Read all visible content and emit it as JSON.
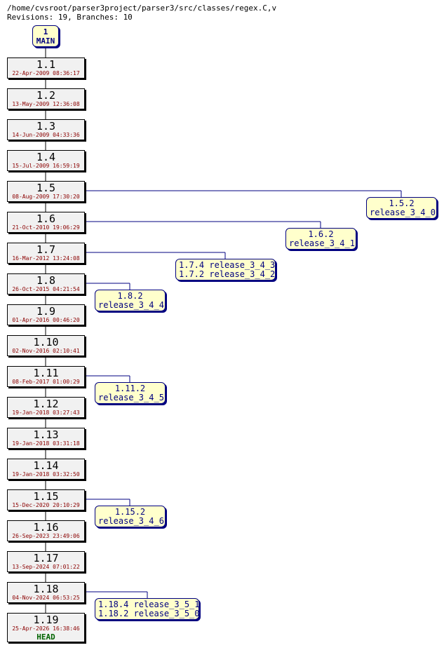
{
  "header": {
    "path": "/home/cvsroot/parser3project/parser3/src/classes/regex.C,v",
    "revisions_line": "Revisions: 19, Branches: 10"
  },
  "main_branch": {
    "number": "1",
    "label": "MAIN"
  },
  "revisions": [
    {
      "rev": "1.1",
      "date": "22-Apr-2009 08:36:17",
      "tags": []
    },
    {
      "rev": "1.2",
      "date": "13-May-2009 12:36:08",
      "tags": []
    },
    {
      "rev": "1.3",
      "date": "14-Jun-2009 04:33:36",
      "tags": []
    },
    {
      "rev": "1.4",
      "date": "15-Jul-2009 16:59:19",
      "tags": []
    },
    {
      "rev": "1.5",
      "date": "08-Aug-2009 17:30:20",
      "tags": [
        "1.5.2 release_3_4_0"
      ]
    },
    {
      "rev": "1.6",
      "date": "21-Oct-2010 19:06:29",
      "tags": [
        "1.6.2 release_3_4_1"
      ]
    },
    {
      "rev": "1.7",
      "date": "16-Mar-2012 13:24:08",
      "tags": [
        "1.7.4 release_3_4_3",
        "1.7.2 release_3_4_2"
      ]
    },
    {
      "rev": "1.8",
      "date": "26-Oct-2015 04:21:54",
      "tags": [
        "1.8.2 release_3_4_4"
      ]
    },
    {
      "rev": "1.9",
      "date": "01-Apr-2016 00:46:20",
      "tags": []
    },
    {
      "rev": "1.10",
      "date": "02-Nov-2016 02:10:41",
      "tags": []
    },
    {
      "rev": "1.11",
      "date": "08-Feb-2017 01:00:29",
      "tags": [
        "1.11.2 release_3_4_5"
      ]
    },
    {
      "rev": "1.12",
      "date": "19-Jan-2018 03:27:43",
      "tags": []
    },
    {
      "rev": "1.13",
      "date": "19-Jan-2018 03:31:18",
      "tags": []
    },
    {
      "rev": "1.14",
      "date": "19-Jan-2018 03:32:50",
      "tags": []
    },
    {
      "rev": "1.15",
      "date": "15-Dec-2020 20:10:29",
      "tags": [
        "1.15.2 release_3_4_6"
      ]
    },
    {
      "rev": "1.16",
      "date": "26-Sep-2023 23:49:06",
      "tags": []
    },
    {
      "rev": "1.17",
      "date": "13-Sep-2024 07:01:22",
      "tags": []
    },
    {
      "rev": "1.18",
      "date": "04-Nov-2024 06:53:25",
      "tags": [
        "1.18.4 release_3_5_1",
        "1.18.2 release_3_5_0"
      ]
    },
    {
      "rev": "1.19",
      "date": "25-Apr-2026 16:38:46",
      "tags": [],
      "head": "HEAD"
    }
  ],
  "branches": [
    {
      "from": "1.5",
      "lines": [
        "1.5.2",
        "release_3_4_0"
      ]
    },
    {
      "from": "1.6",
      "lines": [
        "1.6.2",
        "release_3_4_1"
      ]
    },
    {
      "from": "1.7",
      "lines": [
        "1.7.4 release_3_4_3",
        "1.7.2 release_3_4_2"
      ]
    },
    {
      "from": "1.8",
      "lines": [
        "1.8.2",
        "release_3_4_4"
      ]
    },
    {
      "from": "1.11",
      "lines": [
        "1.11.2",
        "release_3_4_5"
      ]
    },
    {
      "from": "1.15",
      "lines": [
        "1.15.2",
        "release_3_4_6"
      ]
    },
    {
      "from": "1.18",
      "lines": [
        "1.18.4 release_3_5_1",
        "1.18.2 release_3_5_0"
      ]
    }
  ],
  "colors": {
    "revision_fill": "#f1f1f1",
    "date_text": "#8b0000",
    "branch_fill": "#ffffcc",
    "branch_border": "#000080",
    "head_text": "#006400"
  }
}
